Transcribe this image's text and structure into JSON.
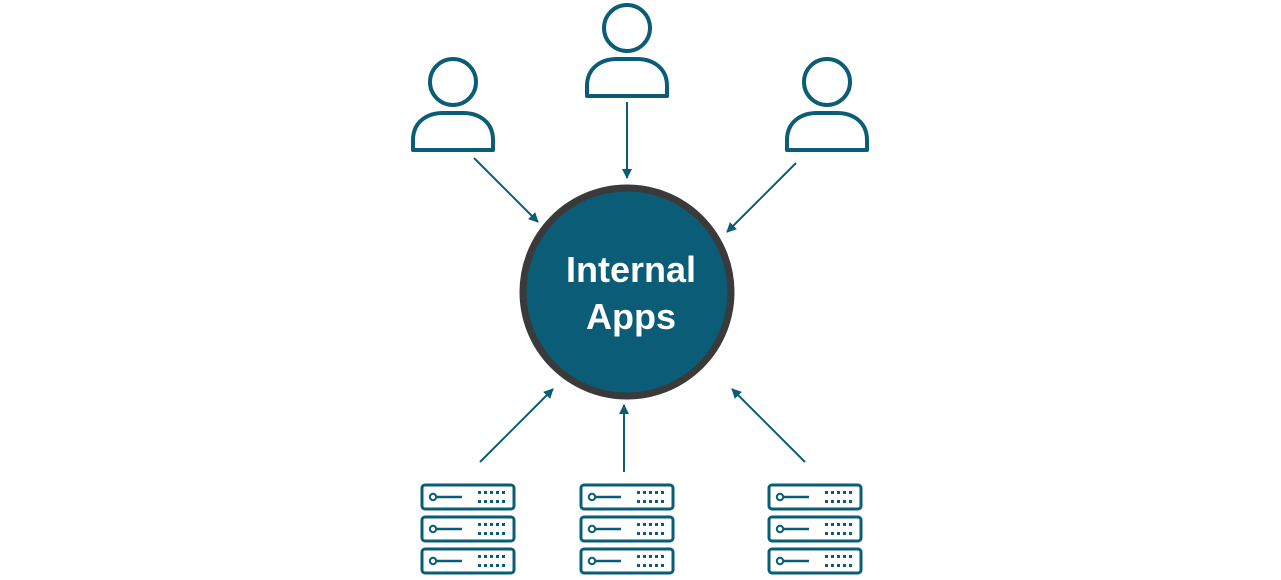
{
  "hub": {
    "line1": "Internal",
    "line2": "Apps"
  },
  "nodes": {
    "users": [
      {
        "role": "user"
      },
      {
        "role": "user"
      },
      {
        "role": "user"
      }
    ],
    "servers": [
      {
        "role": "server"
      },
      {
        "role": "server"
      },
      {
        "role": "server"
      }
    ]
  },
  "colors": {
    "primary": "#0b5c77",
    "hub_fill": "#0b5c77",
    "hub_border": "#3a3a3a",
    "hub_text": "#ffffff",
    "background": "#ffffff"
  },
  "icons": {
    "user": "user-icon",
    "server": "server-rack-icon"
  }
}
